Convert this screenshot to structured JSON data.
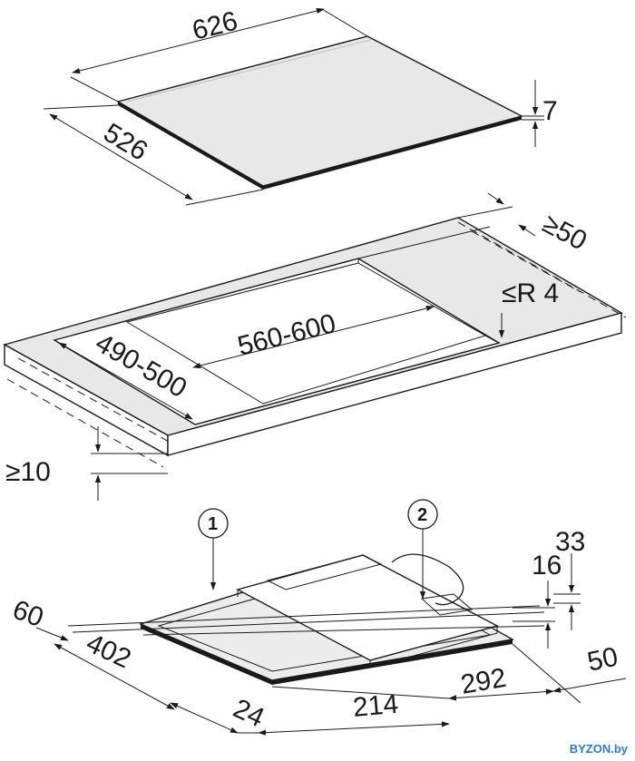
{
  "hob": {
    "width": "626",
    "depth": "526",
    "thickness": "7"
  },
  "cutout": {
    "clearance_rear": "≥50",
    "corner_radius": "≤R 4",
    "width_range": "560-600",
    "depth_range": "490-500",
    "clearance_front": "≥10"
  },
  "bottom_view": {
    "callout_1": "1",
    "callout_2": "2",
    "dim_33": "33",
    "dim_16": "16",
    "dim_60": "60",
    "dim_402": "402",
    "dim_292": "292",
    "dim_50": "50",
    "dim_214": "214",
    "dim_24": "24"
  },
  "watermark": "BYZON.by"
}
